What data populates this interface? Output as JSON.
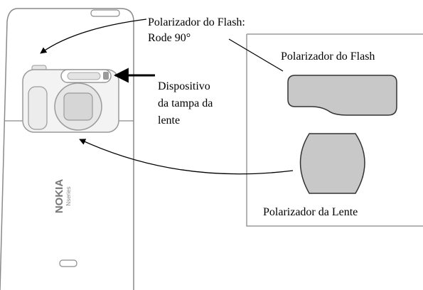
{
  "labels": {
    "flash_polarizer_rotate_line1": "Polarizador do Flash:",
    "flash_polarizer_rotate_line2": "Rode 90°",
    "flash_polarizer": "Polarizador do Flash",
    "lens_cover_line1": "Dispositivo",
    "lens_cover_line2": "da tampa da",
    "lens_cover_line3": "lente",
    "lens_polarizer": "Polarizador da Lente"
  },
  "phone": {
    "brand": "NOKIA",
    "series": "Nseries"
  },
  "colors": {
    "outline": "#8a8a8a",
    "part_fill": "#c8c8c8",
    "arrow": "#000000"
  }
}
